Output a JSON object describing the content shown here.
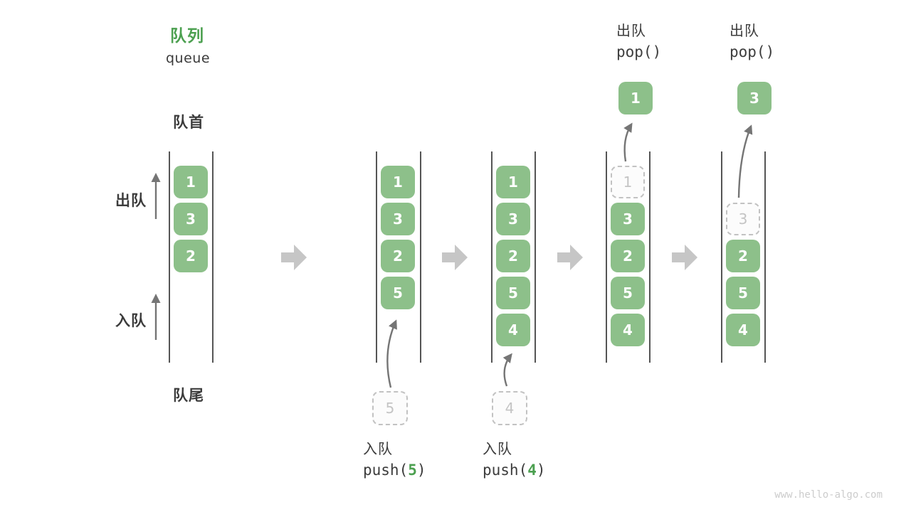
{
  "title": {
    "zh": "队列",
    "en": "queue"
  },
  "labels": {
    "front": "队首",
    "rear": "队尾",
    "dequeue": "出队",
    "enqueue": "入队"
  },
  "watermark": "www.hello-algo.com",
  "colors": {
    "cell_green": "#8dc08a",
    "accent_green": "#4ca050",
    "text_dark": "#3c3c3c",
    "ghost_gray": "#c2c2c2",
    "block_arrow_gray": "#c6c6c6",
    "thin_arrow_gray": "#757575"
  },
  "states": [
    {
      "cells": [
        "1",
        "3",
        "2"
      ]
    },
    {
      "cells": [
        "1",
        "3",
        "2",
        "5"
      ],
      "incoming": "5",
      "op": {
        "zh": "入队",
        "fn": "push(",
        "arg": "5",
        "close": ")"
      }
    },
    {
      "cells": [
        "1",
        "3",
        "2",
        "5",
        "4"
      ],
      "incoming": "4",
      "op": {
        "zh": "入队",
        "fn": "push(",
        "arg": "4",
        "close": ")"
      }
    },
    {
      "cells": [
        "3",
        "2",
        "5",
        "4"
      ],
      "ghost": "1",
      "popped": "1",
      "op": {
        "zh": "出队",
        "fn": "pop(",
        "arg": "",
        "close": ")"
      }
    },
    {
      "cells": [
        "2",
        "5",
        "4"
      ],
      "ghost": "3",
      "popped": "3",
      "op": {
        "zh": "出队",
        "fn": "pop(",
        "arg": "",
        "close": ")"
      }
    }
  ]
}
